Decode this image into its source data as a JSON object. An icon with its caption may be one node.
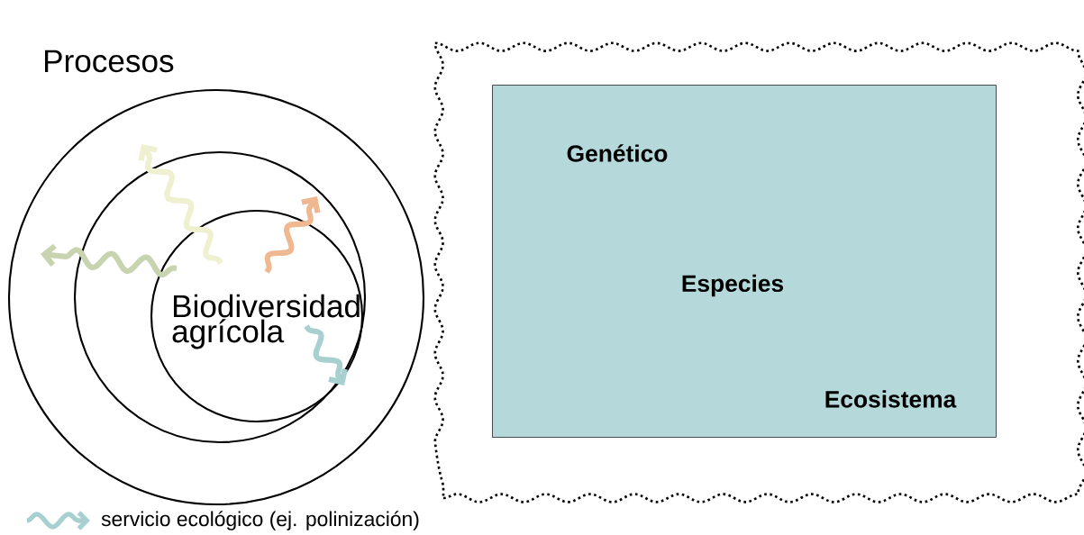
{
  "diagram": {
    "nodes": [
      {
        "text": [
          "Procesos"
        ]
      },
      {
        "text": [],
        "shape": "circle",
        "in": 0
      },
      {
        "text": [
          "Biodiversidad agrícola"
        ],
        "in": 1
      },
      {
        "text": [],
        "shape": "cloud"
      },
      {
        "text": [
          "Genético",
          "Especies",
          "Ecosistema"
        ],
        "in": 3
      }
    ],
    "edges": [
      {
        "from": 2,
        "to": null,
        "arrow": "to",
        "color": "#eef0d0"
      },
      {
        "from": 2,
        "to": null,
        "arrow": "to",
        "color": "#c8d3b0"
      },
      {
        "from": 2,
        "to": null,
        "arrow": "to",
        "color": "#f0b890"
      },
      {
        "from": 2,
        "to": null,
        "arrow": "to",
        "color": "#a8d0d0"
      }
    ],
    "legend": [
      {
        "text": "servicio ecológico (ej. polinización)"
      }
    ]
  }
}
